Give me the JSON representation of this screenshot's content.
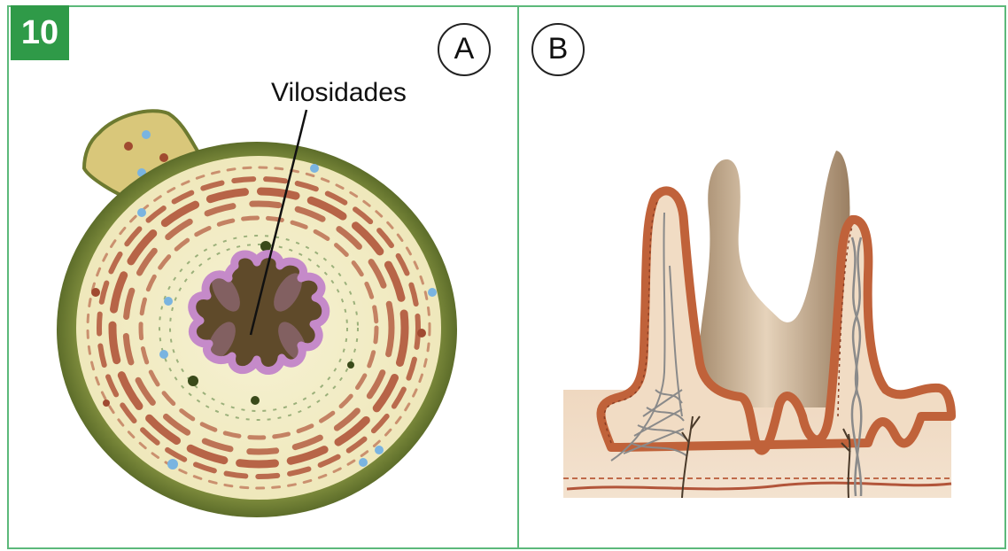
{
  "figure_number": "10",
  "panel_a": {
    "label": "A",
    "annotation": "Vilosidades"
  },
  "panel_b": {
    "label": "B"
  },
  "colors": {
    "border_green": "#5cb97a",
    "badge_green": "#2f9a48",
    "serosa_olive": "#7a8a3c",
    "tissue_cream": "#f4efc8",
    "muscle_brown": "#b0553a",
    "mucosa_pink": "#c58ac9",
    "lumen_brown": "#5f4a2a",
    "villus_tan": "#d8c2a6",
    "epithelium": "#c0623a"
  }
}
